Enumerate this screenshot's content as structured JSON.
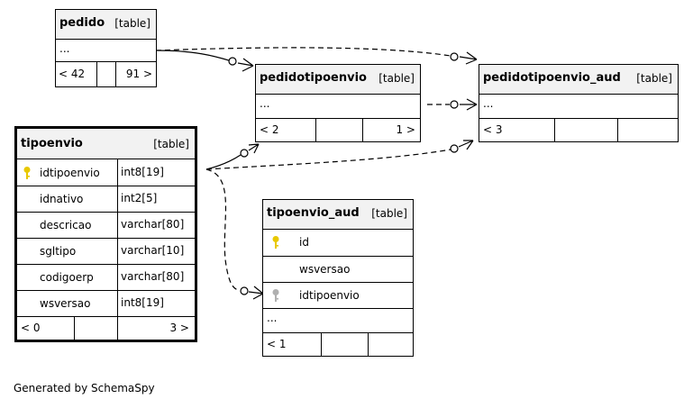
{
  "tables": {
    "pedido": {
      "name": "pedido",
      "tag": "[table]",
      "ellipsis": "...",
      "parents": "< 42",
      "children": "91 >"
    },
    "pedidotipoenvio": {
      "name": "pedidotipoenvio",
      "tag": "[table]",
      "ellipsis": "...",
      "parents": "< 2",
      "children": "1 >"
    },
    "pedidotipoenvio_aud": {
      "name": "pedidotipoenvio_aud",
      "tag": "[table]",
      "ellipsis": "...",
      "parents": "< 3"
    },
    "tipoenvio": {
      "name": "tipoenvio",
      "tag": "[table]",
      "columns": [
        {
          "name": "idtipoenvio",
          "type": "int8[19]",
          "key": "primary"
        },
        {
          "name": "idnativo",
          "type": "int2[5]"
        },
        {
          "name": "descricao",
          "type": "varchar[80]"
        },
        {
          "name": "sgltipo",
          "type": "varchar[10]"
        },
        {
          "name": "codigoerp",
          "type": "varchar[80]"
        },
        {
          "name": "wsversao",
          "type": "int8[19]"
        }
      ],
      "parents": "< 0",
      "children": "3 >"
    },
    "tipoenvio_aud": {
      "name": "tipoenvio_aud",
      "tag": "[table]",
      "columns": [
        {
          "name": "id",
          "key": "primary"
        },
        {
          "name": "wsversao"
        },
        {
          "name": "idtipoenvio",
          "key": "foreign"
        }
      ],
      "ellipsis": "...",
      "parents": "< 1"
    }
  },
  "colors": {
    "primary_key": "#e8c800",
    "foreign_key": "#b0b0b0",
    "header_bg": "#f2f2f2"
  },
  "footer": "Generated by SchemaSpy"
}
